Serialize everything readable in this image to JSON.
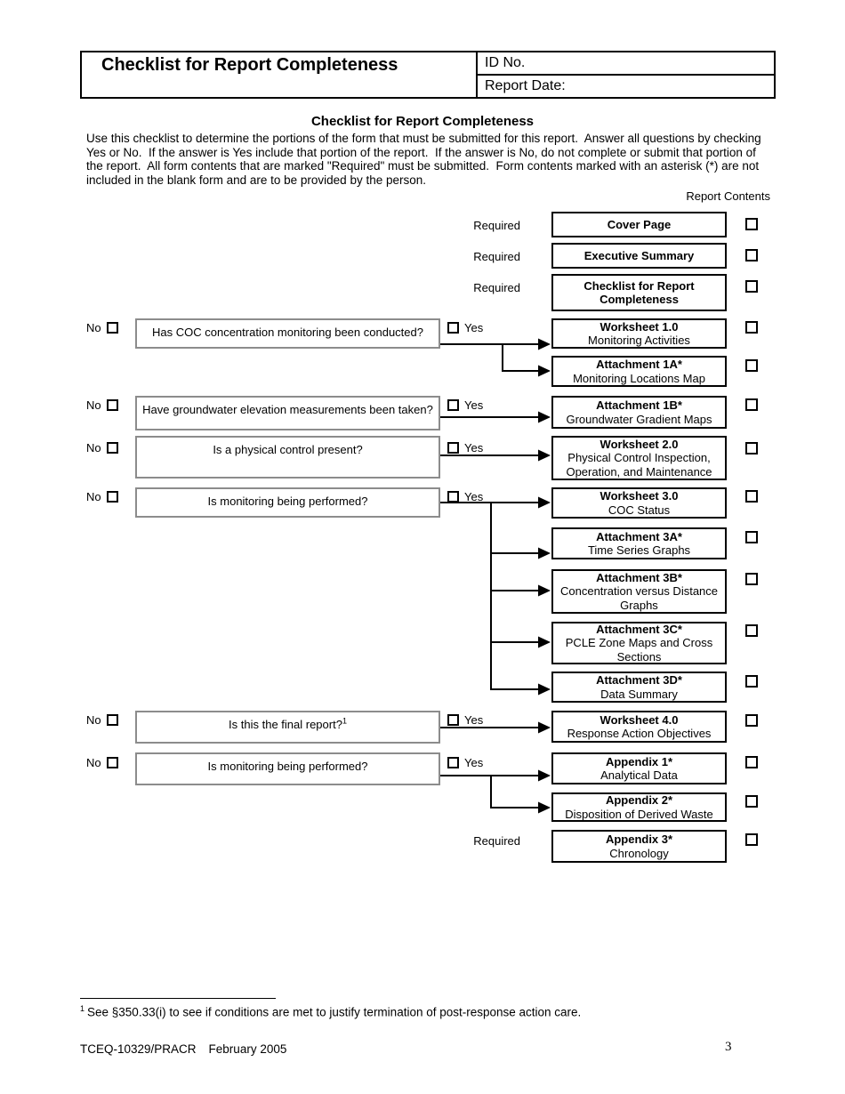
{
  "header": {
    "title": "Checklist for Report Completeness",
    "id_label": "ID No.",
    "date_label": "Report Date:"
  },
  "intro": {
    "heading": "Checklist for Report Completeness",
    "body": "Use this checklist to determine the portions of the form that must be submitted for this report.  Answer all questions by checking Yes or No.  If the answer is Yes include that portion of the report.  If the answer is No, do not complete or submit that portion of the report.  All form contents that are marked \"Required\" must be submitted.  Form contents marked with an asterisk (*) are not included in the blank form and are to be provided by the person.",
    "column_label": "Report Contents"
  },
  "labels": {
    "required": "Required",
    "no": "No",
    "yes": "Yes"
  },
  "questions": [
    {
      "text": "Has COC concentration monitoring been conducted?"
    },
    {
      "text": "Have groundwater elevation measurements been taken?"
    },
    {
      "text": "Is a physical control present?"
    },
    {
      "text": "Is monitoring being performed?"
    },
    {
      "text": "Is this the final report?",
      "note_marker": "1"
    },
    {
      "text": "Is monitoring being performed?"
    }
  ],
  "contents": [
    {
      "title": "Cover Page",
      "requirement": "Required"
    },
    {
      "title": "Executive Summary",
      "requirement": "Required"
    },
    {
      "title": "Checklist for Report Completeness",
      "requirement": "Required"
    },
    {
      "title": "Worksheet 1.0",
      "subtitle": "Monitoring Activities"
    },
    {
      "title": "Attachment 1A*",
      "subtitle": "Monitoring Locations Map"
    },
    {
      "title": "Attachment 1B*",
      "subtitle": "Groundwater Gradient Maps"
    },
    {
      "title": "Worksheet 2.0",
      "subtitle": "Physical Control Inspection, Operation, and Maintenance"
    },
    {
      "title": "Worksheet 3.0",
      "subtitle": "COC Status"
    },
    {
      "title": "Attachment 3A*",
      "subtitle": "Time Series Graphs"
    },
    {
      "title": "Attachment 3B*",
      "subtitle": "Concentration versus Distance Graphs"
    },
    {
      "title": "Attachment 3C*",
      "subtitle": "PCLE Zone Maps and Cross Sections"
    },
    {
      "title": "Attachment 3D*",
      "subtitle": "Data Summary"
    },
    {
      "title": "Worksheet 4.0",
      "subtitle": "Response Action Objectives"
    },
    {
      "title": "Appendix 1*",
      "subtitle": "Analytical Data"
    },
    {
      "title": "Appendix 2*",
      "subtitle": "Disposition of Derived Waste"
    },
    {
      "title": "Appendix 3*",
      "subtitle": "Chronology",
      "requirement": "Required"
    }
  ],
  "footnote": {
    "marker": "1",
    "text": "See §350.33(i) to see if conditions are met to justify termination of post-response action care."
  },
  "footer": {
    "form_number": "TCEQ-10329/PRACR",
    "date": "February 2005",
    "page_number": "3"
  },
  "colors": {
    "box_border": "#000000",
    "question_box_border": "#8c8c8c",
    "text": "#000000",
    "background": "#ffffff"
  }
}
